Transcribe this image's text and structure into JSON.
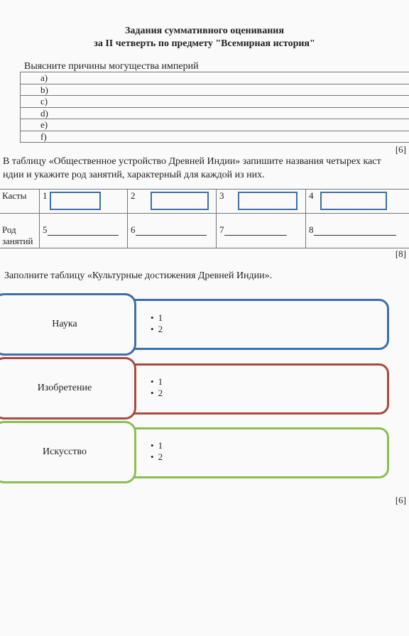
{
  "header": {
    "line1": "Задания суммативного оценивания",
    "line2": "за II четверть по предмету \"Всемирная история\""
  },
  "task1": {
    "question": "Выясните причины могущества империй",
    "options": [
      "a)",
      "b)",
      "c)",
      "d)",
      "e)",
      "f)"
    ],
    "points": "[6]"
  },
  "task2": {
    "question": "В таблицу «Общественное устройство Древней Индии» запишите названия четырех каст",
    "question2": "ндии и укажите род занятий, характерный для каждой из них.",
    "row1_label": "Касты",
    "row2_label_line1": "Род",
    "row2_label_line2": "занятий",
    "nums_top": [
      "1",
      "2",
      "3",
      "4"
    ],
    "nums_bottom": [
      "5",
      "6",
      "7",
      "8"
    ],
    "points": "[8]"
  },
  "task3": {
    "question": "Заполните таблицу «Культурные достижения Древней Индии».",
    "rows": [
      {
        "label": "Наука",
        "items": [
          "1",
          "2"
        ],
        "color": "#3f6fa6"
      },
      {
        "label": "Изобретение",
        "items": [
          "1",
          "2"
        ],
        "color": "#a84a40"
      },
      {
        "label": "Искусство",
        "items": [
          "1",
          "2"
        ],
        "color": "#8bbf50"
      }
    ],
    "points": "[6]"
  }
}
